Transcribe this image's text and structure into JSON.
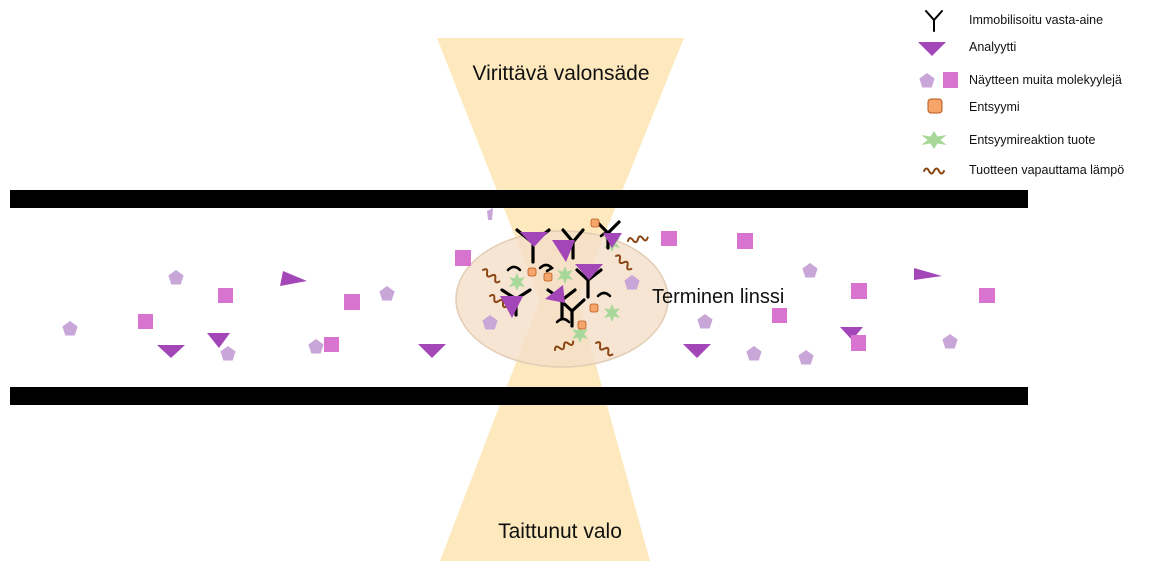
{
  "labels": {
    "excitation_beam": "Virittävä valonsäde",
    "refracted_light": "Taittunut valo",
    "thermal_lens": "Terminen linssi"
  },
  "legend": {
    "antibody": "Immobilisoitu vasta-aine",
    "analyte": "Analyytti",
    "other_molecules": "Näytteen muita molekyylejä",
    "enzyme": "Entsyymi",
    "product": "Entsyymireaktion tuote",
    "heat": "Tuotteen vapauttama lämpö"
  },
  "colors": {
    "beam": "#fde9bd",
    "lens": "#f4dfc8",
    "analyte": "#a347b8",
    "pentagon": "#c9a6d8",
    "square": "#d873cf",
    "enzyme": "#f5a56a",
    "product": "#a7d89a",
    "heat": "#8b4513",
    "channel_wall": "#000000"
  },
  "icons": [
    "antibody-icon",
    "analyte-icon",
    "pentagon-icon",
    "square-icon",
    "enzyme-icon",
    "product-star-icon",
    "heat-wave-icon"
  ]
}
